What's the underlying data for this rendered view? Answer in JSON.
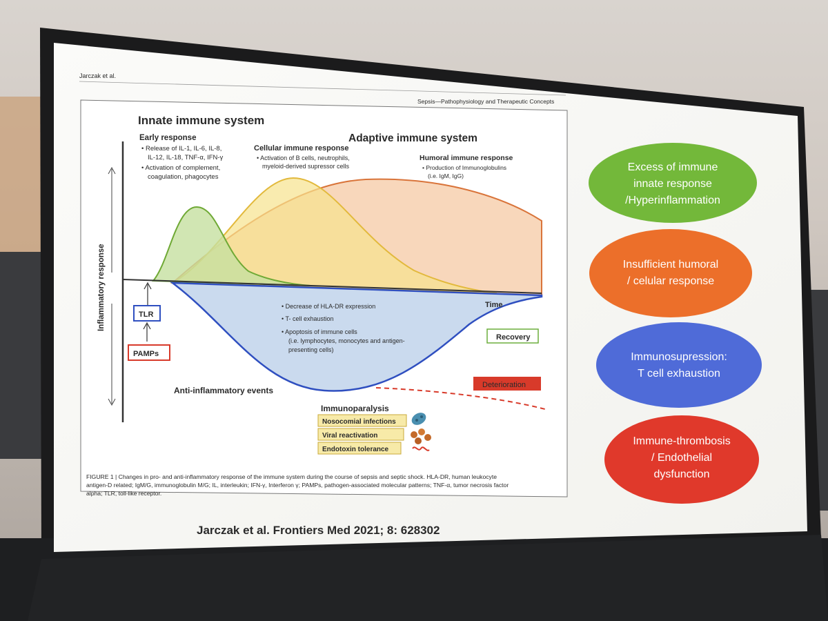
{
  "slide": {
    "running_header_left": "Jarczak et al.",
    "running_header_right": "Sepsis—Pathophysiology and Therapeutic Concepts",
    "citation": "Jarczak et al. Frontiers Med 2021; 8: 628302"
  },
  "figure": {
    "innate_title": "Innate immune system",
    "adaptive_title": "Adaptive immune system",
    "early_response": {
      "title": "Early response",
      "lines": [
        "• Release of IL-1, IL-6, IL-8,",
        "IL-12, IL-18, TNF-α, IFN-γ",
        "• Activation of complement,",
        "coagulation, phagocytes"
      ]
    },
    "cellular_response": {
      "title": "Cellular immune response",
      "lines": [
        "• Activation of B cells, neutrophils,",
        "myeloid-derived supressor cells"
      ]
    },
    "humoral_response": {
      "title": "Humoral immune response",
      "lines": [
        "• Production of Immunoglobulins",
        "(i.e. IgM, IgG)"
      ]
    },
    "y_axis_label": "Inflammatory response",
    "time_label": "Time",
    "tlr_label": "TLR",
    "pamps_label": "PAMPs",
    "anti_inflammatory": {
      "bullets": [
        "• Decrease of HLA-DR expression",
        "• T- cell exhaustion",
        "• Apoptosis of immune cells",
        "(i.e. lymphocytes, monocytes and antigen-",
        "presenting cells)"
      ],
      "events_label": "Anti-inflammatory events"
    },
    "recovery_label": "Recovery",
    "deterioration_label": "Deterioration",
    "immunoparalysis": {
      "title": "Immunoparalysis",
      "items": [
        "Nosocomial infections",
        "Viral reactivation",
        "Endotoxin tolerance"
      ]
    },
    "caption": {
      "lines": [
        "FIGURE 1 | Changes in pro- and anti-inflammatory response of the immune system during the course of sepsis and septic shock. HLA-DR, human leukocyte",
        "antigen-D related; IgM/G, immunoglobulin M/G; IL, interleukin; IFN-γ, Interferon γ; PAMPs, pathogen-associated molecular patterns; TNF-α, tumor necrosis factor",
        "alpha; TLR, toll-like receptor."
      ]
    },
    "colors": {
      "innate_green": "#7db23a",
      "cellular_yellow": "#e8c34a",
      "humoral_orange": "#d9743a",
      "anti_blue": "#2f4fc0",
      "recovery_green": "#6cae3c",
      "deterioration_red": "#d83a2a",
      "immunoparalysis_fill": "#f7eaa8"
    }
  },
  "ovals": [
    {
      "label_lines": [
        "Excess of immune",
        "innate response",
        "/Hyperinflammation"
      ],
      "color": "#73b83a"
    },
    {
      "label_lines": [
        "Insufficient humoral",
        "/ celular response"
      ],
      "color": "#ec6f2a"
    },
    {
      "label_lines": [
        "Immunosupression:",
        "T cell exhaustion"
      ],
      "color": "#4f6bd8"
    },
    {
      "label_lines": [
        "Immune-thrombosis",
        "/ Endothelial",
        "dysfunction"
      ],
      "color": "#e0392b"
    }
  ]
}
